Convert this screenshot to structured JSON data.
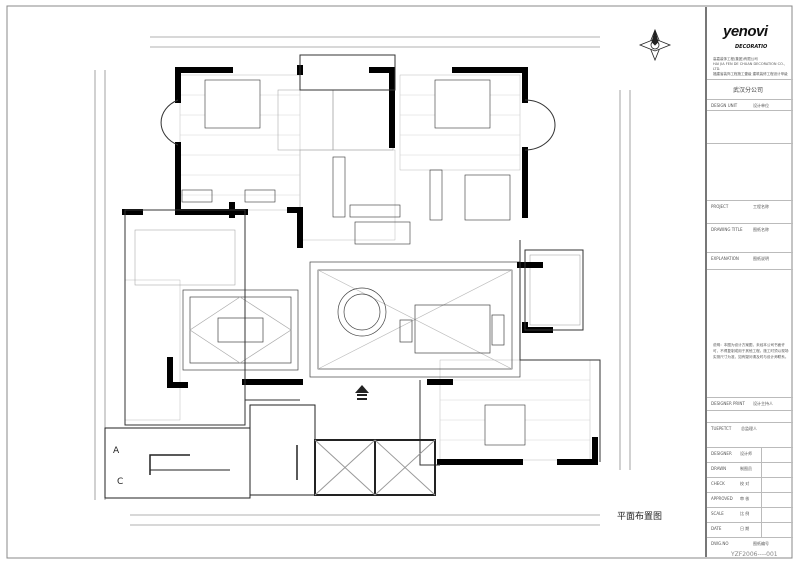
{
  "drawing": {
    "title": "平面布置图",
    "stair_labels": [
      "A",
      "C"
    ]
  },
  "title_block": {
    "logo": "yenovi",
    "logo_sub": "DECORATIO",
    "company_lines": [
      "高嘉装饰工程(集团)有限公司",
      "HAI JIA FEN DE CHUAN DECORATION CO., LTD.",
      "福建省装饰工程施工壹级 建筑装修工程设计甲级"
    ],
    "branch": "武汉分公司",
    "rows": [
      {
        "label": "DESIGN UNIT",
        "value": "设计单位"
      },
      {
        "label": "PROJECT",
        "value": "工程名称"
      },
      {
        "label": "DRAWING TITLE",
        "value": "图纸名称"
      },
      {
        "label": "EXPLANATION",
        "value": "图纸说明"
      },
      {
        "label": "DESIGNER PRINT",
        "value": "设计主持人"
      },
      {
        "label": "TUEPETCT",
        "value": "总监理人"
      },
      {
        "label": "DESIGNER",
        "value": "设计师"
      },
      {
        "label": "DRAWN",
        "value": "制图员"
      },
      {
        "label": "CHECK",
        "value": "校 对"
      },
      {
        "label": "APPROVED",
        "value": "审 核"
      },
      {
        "label": "SCALE",
        "value": "比 例"
      },
      {
        "label": "DATE",
        "value": "日 期"
      },
      {
        "label": "DWG.NO",
        "value": "图纸编号"
      }
    ],
    "notes": "说明：本图为设计方案图，未经本公司书面许可，不得复制或用于其他工程。施工时须以现场实测尺寸为准，如有疑问请及时与设计师联系。",
    "drawing_number": "YZF2006----001"
  }
}
